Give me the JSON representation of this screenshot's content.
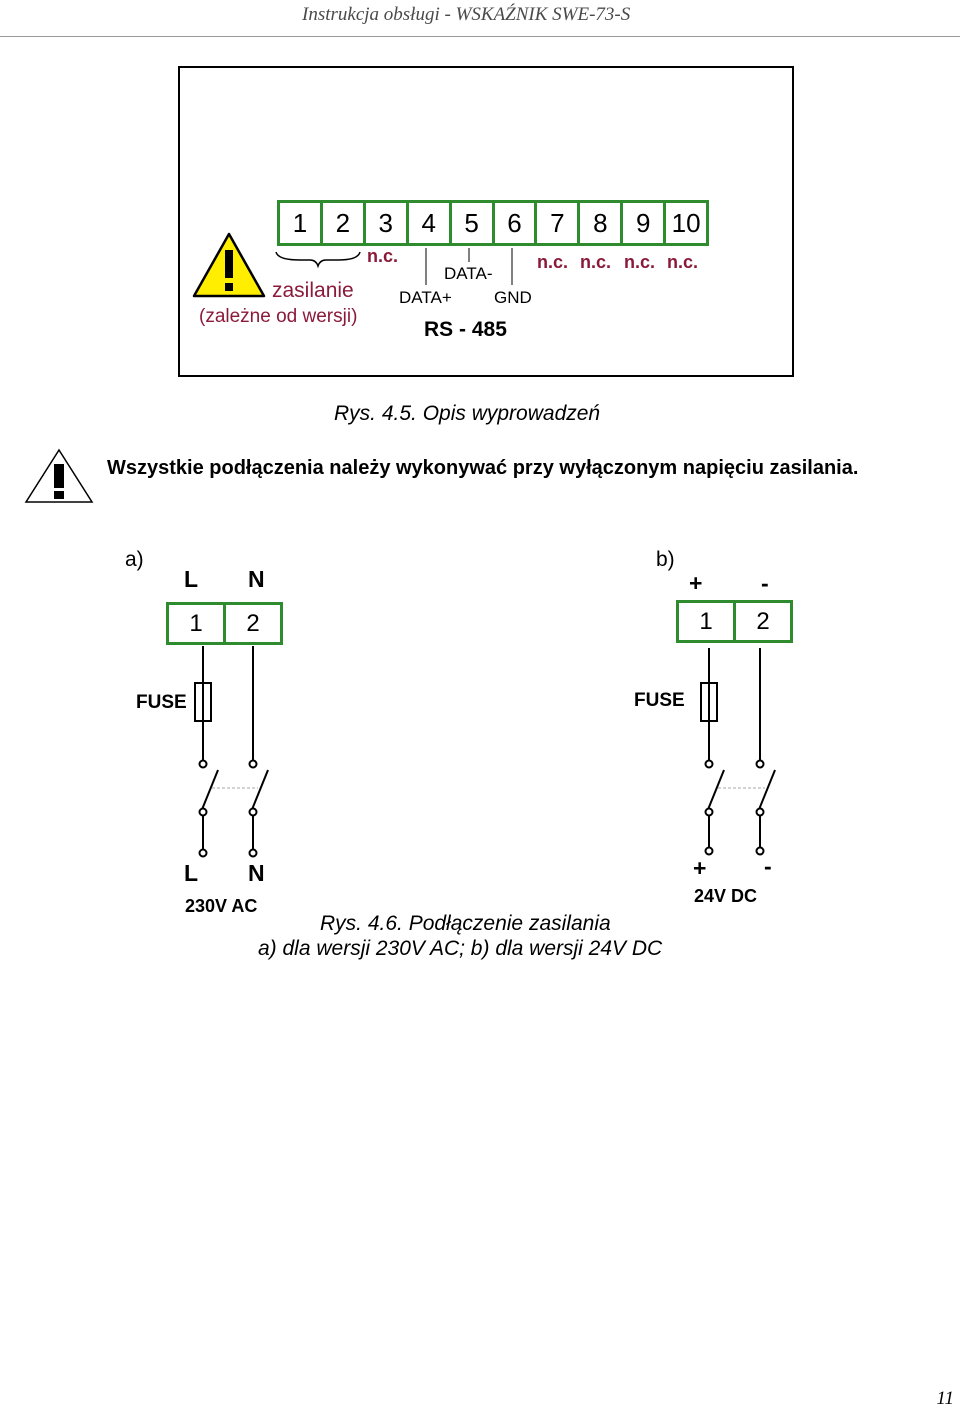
{
  "header": {
    "title": "Instrukcja obsługi - WSKAŹNIK SWE-73-S"
  },
  "figure45": {
    "terminals": [
      "1",
      "2",
      "3",
      "4",
      "5",
      "6",
      "7",
      "8",
      "9",
      "10"
    ],
    "nc3": "n.c.",
    "data_minus": "DATA-",
    "data_plus": "DATA+",
    "gnd": "GND",
    "rs485": "RS - 485",
    "nc7": "n.c.",
    "nc8": "n.c.",
    "nc9": "n.c.",
    "nc10": "n.c.",
    "supply_label": "zasilanie",
    "supply_note": "(zależne od wersji)",
    "caption": "Rys. 4.5. Opis wyprowadzeń",
    "accent_color": "#8b1a3a",
    "terminal_color": "#2e8b2e"
  },
  "warning": {
    "text": "Wszystkie podłączenia należy wykonywać przy wyłączonym napięciu zasilania."
  },
  "figure46": {
    "a": {
      "label": "a)",
      "top_left": "L",
      "top_right": "N",
      "terminals": [
        "1",
        "2"
      ],
      "fuse": "FUSE",
      "bottom_left": "L",
      "bottom_right": "N",
      "voltage": "230V AC"
    },
    "b": {
      "label": "b)",
      "top_left": "+",
      "top_right": "-",
      "terminals": [
        "1",
        "2"
      ],
      "fuse": "FUSE",
      "bottom_left": "+",
      "bottom_right": "-",
      "voltage": "24V DC"
    },
    "caption_line1": "Rys. 4.6. Podłączenie zasilania",
    "caption_line2": "a) dla wersji 230V AC; b) dla wersji 24V DC"
  },
  "footer": {
    "page_number": "11"
  }
}
